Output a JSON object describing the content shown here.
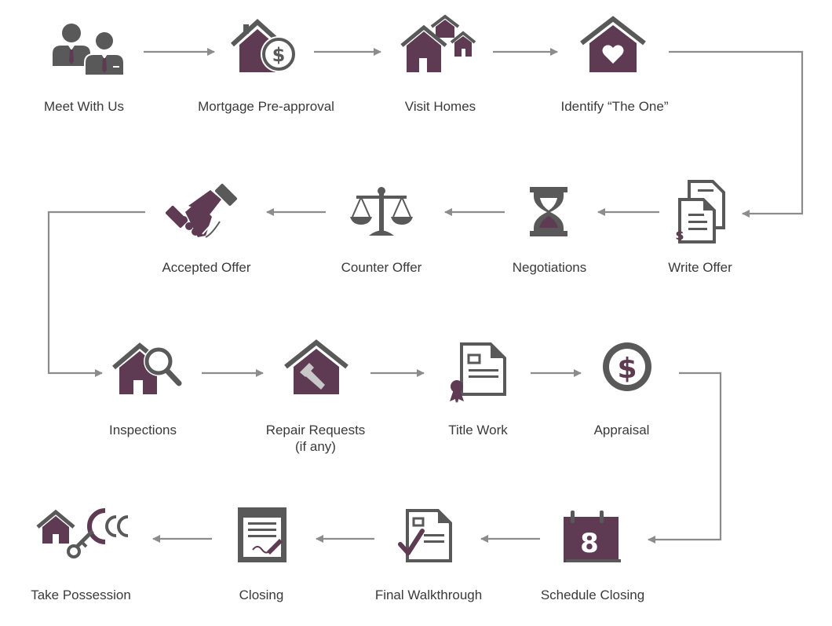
{
  "colors": {
    "purple": "#5e3b52",
    "gray": "#595959",
    "arrow": "#8c8c8c",
    "text": "#3a3a3a"
  },
  "steps": [
    {
      "label": "Meet With Us",
      "icon": "people-icon"
    },
    {
      "label": "Mortgage Pre-approval",
      "icon": "house-dollar-icon"
    },
    {
      "label": "Visit Homes",
      "icon": "houses-icon"
    },
    {
      "label": "Identify “The One”",
      "icon": "house-heart-icon"
    },
    {
      "label": "Write Offer",
      "icon": "documents-dollar-icon"
    },
    {
      "label": "Negotiations",
      "icon": "hourglass-icon"
    },
    {
      "label": "Counter Offer",
      "icon": "scales-icon"
    },
    {
      "label": "Accepted Offer",
      "icon": "handshake-icon"
    },
    {
      "label": "Inspections",
      "icon": "house-magnifier-icon"
    },
    {
      "label": "Repair Requests",
      "label2": "(if any)",
      "icon": "house-hammer-icon"
    },
    {
      "label": "Title Work",
      "icon": "certificate-icon"
    },
    {
      "label": "Appraisal",
      "icon": "dollar-coin-icon"
    },
    {
      "label": "Schedule Closing",
      "icon": "calendar-icon",
      "day": "8"
    },
    {
      "label": "Final Walkthrough",
      "icon": "checklist-icon"
    },
    {
      "label": "Closing",
      "icon": "signed-document-icon"
    },
    {
      "label": "Take Possession",
      "icon": "house-key-icon"
    }
  ]
}
